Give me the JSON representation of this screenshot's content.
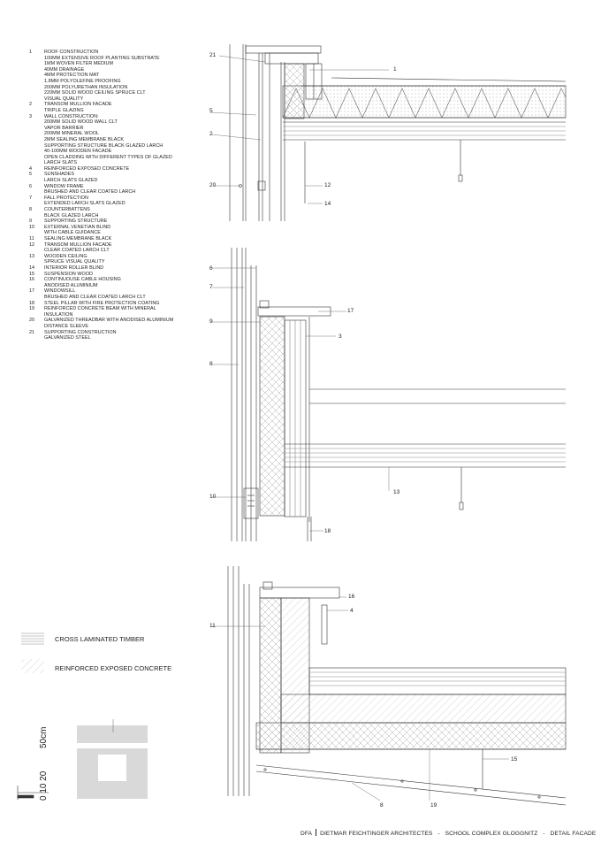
{
  "legend": [
    {
      "n": "1",
      "title": "ROOF CONSTRUCTION",
      "sub": [
        "100MM EXTENSIVE ROOF PLANTING SUBSTRATE",
        "1MM WOVEN FILTER MEDIUM",
        "40MM DRAINAGE",
        "4MM PROTECTION MAT",
        "1.8MM POLYOLEFINE PROOFING",
        "200MM POLYURETHAN INSULATION",
        "220MM SOLID WOOD CEILING SPRUCE CLT",
        "VISUAL QUALITY"
      ]
    },
    {
      "n": "2",
      "title": "TRANSOM MULLION FACADE",
      "sub": [
        "TRIPLE GLAZING"
      ]
    },
    {
      "n": "3",
      "title": "WALL CONSTRUCTION:",
      "sub": [
        "200MM SOLID WOOD WALL CLT",
        "VAPOR BARRIER",
        "200MM MINERAL WOOL",
        "2MM SEALING MEMBRANE BLACK",
        "SUPPORTING STRUCTURE BLACK GLAZED LARCH",
        "40-100MM WOODEN FACADE",
        "OPEN CLADDING WITH DIFFERENT TYPES OF GLAZED",
        "LARCH SLATS"
      ]
    },
    {
      "n": "4",
      "title": "REINFORCED EXPOSED CONCRETE",
      "sub": []
    },
    {
      "n": "5",
      "title": "SUNSHADES",
      "sub": [
        "LARCH SLATS GLAZED"
      ]
    },
    {
      "n": "6",
      "title": "WINDOW FRAME",
      "sub": [
        "BRUSHED AND CLEAR COATED LARCH"
      ]
    },
    {
      "n": "7",
      "title": "FALL PROTECTION",
      "sub": [
        "EXTENDED LARCH SLATS GLAZED"
      ]
    },
    {
      "n": "8",
      "title": "COUNTERBATTENS",
      "sub": [
        "BLACK GLAZED LARCH"
      ]
    },
    {
      "n": "9",
      "title": "SUPPORTING STRUCTURE",
      "sub": []
    },
    {
      "n": "10",
      "title": "EXTERNAL VENETIAN BLIND",
      "sub": [
        "WITH CABLE GUIDANCE"
      ]
    },
    {
      "n": "11",
      "title": "SEALING MEMBRANE BLACK",
      "sub": []
    },
    {
      "n": "12",
      "title": "TRANSOM MULLION FACADE",
      "sub": [
        "CLEAR COATED LARCH CLT"
      ]
    },
    {
      "n": "13",
      "title": "WOODEN CEILING",
      "sub": [
        "SPRUCE VISUAL QUALITY"
      ]
    },
    {
      "n": "14",
      "title": "INTERIOR ROLLER BLIND",
      "sub": []
    },
    {
      "n": "15",
      "title": "SUSPENSION WOOD",
      "sub": []
    },
    {
      "n": "16",
      "title": "CONTINUOUSE CABLE HOUSING",
      "sub": [
        "ANODISED ALUMINIUM"
      ]
    },
    {
      "n": "17",
      "title": "WINDOWSILL",
      "sub": [
        "BRUSHED AND CLEAR COATED LARCH CLT"
      ]
    },
    {
      "n": "18",
      "title": "STEEL PILLAR WITH FIRE PROTECTION COATING",
      "sub": []
    },
    {
      "n": "19",
      "title": "REINFORCED CONCRETE BEAM WITH MINERAL",
      "sub": [
        "INSULATION"
      ]
    },
    {
      "n": "20",
      "title": "GALVANIZED THREADBAR WITH ANODISED ALUMINIUM",
      "sub": [
        "DISTANCE SLEEVE"
      ]
    },
    {
      "n": "21",
      "title": "SUPPORTING CONSTRUCTION",
      "sub": [
        "GALVANIZED STEEL"
      ]
    }
  ],
  "materials": {
    "clt": "CROSS LAMINATED TIMBER",
    "concrete": "REINFORCED EXPOSED CONCRETE"
  },
  "scale": {
    "a": "0 10 20",
    "b": "50cm"
  },
  "callouts": {
    "c1": "1",
    "c2": "2",
    "c3": "3",
    "c4": "4",
    "c5": "5",
    "c6": "6",
    "c7": "7",
    "c8a": "8",
    "c8b": "8",
    "c9": "9",
    "c10": "10",
    "c11": "11",
    "c12": "12",
    "c13": "13",
    "c14": "14",
    "c15": "15",
    "c16": "16",
    "c17": "17",
    "c18": "18",
    "c19": "19",
    "c20": "20",
    "c21": "21"
  },
  "footer": {
    "office": "DFA",
    "architect": "DIETMAR FEICHTINGER ARCHITECTES",
    "project": "SCHOOL COMPLEX GLOGGNITZ",
    "sheet": "DETAIL FACADE",
    "sep": "-"
  },
  "colors": {
    "line": "#333333",
    "light": "#888888",
    "hatch": "#bbbbbb",
    "fill": "#d9d9d9"
  }
}
